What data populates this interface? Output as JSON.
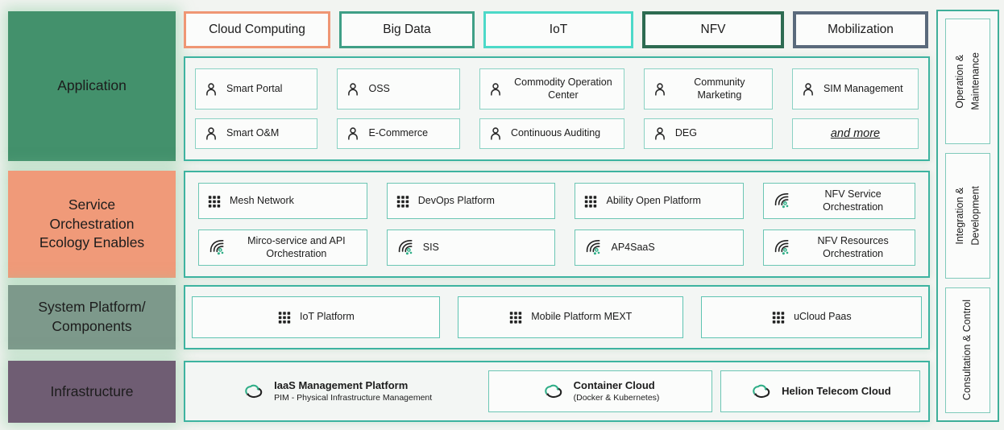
{
  "left_labels": [
    {
      "label": "Application",
      "color": "#43916c"
    },
    {
      "label": "Service\nOrchestration\nEcology Enables",
      "color": "#f09a79"
    },
    {
      "label": "System Platform/\nComponents",
      "color": "#7d998b"
    },
    {
      "label": "Infrastructure",
      "color": "#6f5d73"
    }
  ],
  "chips": [
    {
      "label": "Cloud Computing",
      "border": "#ef9674"
    },
    {
      "label": "Big Data",
      "border": "#3f9f86"
    },
    {
      "label": "IoT",
      "border": "#4cd9c8"
    },
    {
      "label": "NFV",
      "border": "#2d6b51"
    },
    {
      "label": "Mobilization",
      "border": "#5a6a7c"
    }
  ],
  "application": {
    "items": [
      {
        "label": "Smart Portal",
        "icon": "person-icon"
      },
      {
        "label": "OSS",
        "icon": "person-icon"
      },
      {
        "label": "Commodity Operation Center",
        "icon": "person-icon"
      },
      {
        "label": "Community Marketing",
        "icon": "person-icon"
      },
      {
        "label": "SIM Management",
        "icon": "person-icon"
      },
      {
        "label": "Smart O&M",
        "icon": "person-icon"
      },
      {
        "label": "E-Commerce",
        "icon": "person-icon"
      },
      {
        "label": "Continuous Auditing",
        "icon": "person-icon"
      },
      {
        "label": "DEG",
        "icon": "person-icon"
      },
      {
        "label": "and more",
        "icon": null
      }
    ]
  },
  "service_orchestration": {
    "items": [
      {
        "label": "Mesh Network",
        "icon": "grid-icon"
      },
      {
        "label": "DevOps Platform",
        "icon": "grid-icon"
      },
      {
        "label": "Ability Open Platform",
        "icon": "grid-icon"
      },
      {
        "label": "NFV Service Orchestration",
        "icon": "orchestration-icon"
      },
      {
        "label": "Mirco-service and API Orchestration",
        "icon": "orchestration-icon"
      },
      {
        "label": "SIS",
        "icon": "orchestration-icon"
      },
      {
        "label": "AP4SaaS",
        "icon": "orchestration-icon"
      },
      {
        "label": "NFV Resources Orchestration",
        "icon": "orchestration-icon"
      }
    ]
  },
  "system_platform": {
    "items": [
      {
        "label": "IoT Platform",
        "icon": "grid-icon"
      },
      {
        "label": "Mobile Platform MEXT",
        "icon": "grid-icon"
      },
      {
        "label": "uCloud Paas",
        "icon": "grid-icon"
      }
    ]
  },
  "infrastructure": {
    "items": [
      {
        "label": "IaaS Management Platform",
        "sublabel": "PIM - Physical Infrastructure Management",
        "icon": "cloud-sync-icon"
      },
      {
        "label": "Container Cloud",
        "sublabel": "(Docker & Kubernetes)",
        "icon": "cloud-sync-icon"
      },
      {
        "label": "Helion Telecom Cloud",
        "sublabel": "",
        "icon": "cloud-sync-icon"
      }
    ]
  },
  "right_rail": {
    "items": [
      {
        "label": "Operation &\nMaintenance"
      },
      {
        "label": "Integration &\nDevelopment"
      },
      {
        "label": "Consultation & Control"
      }
    ]
  },
  "colors": {
    "background": "#f2f4f1",
    "container_border": "#3db3a0",
    "item_border_light": "#8ad2c4",
    "item_border_mid": "#6cc6b4",
    "accent_green": "#2fae87",
    "text": "#1c1c1c"
  }
}
